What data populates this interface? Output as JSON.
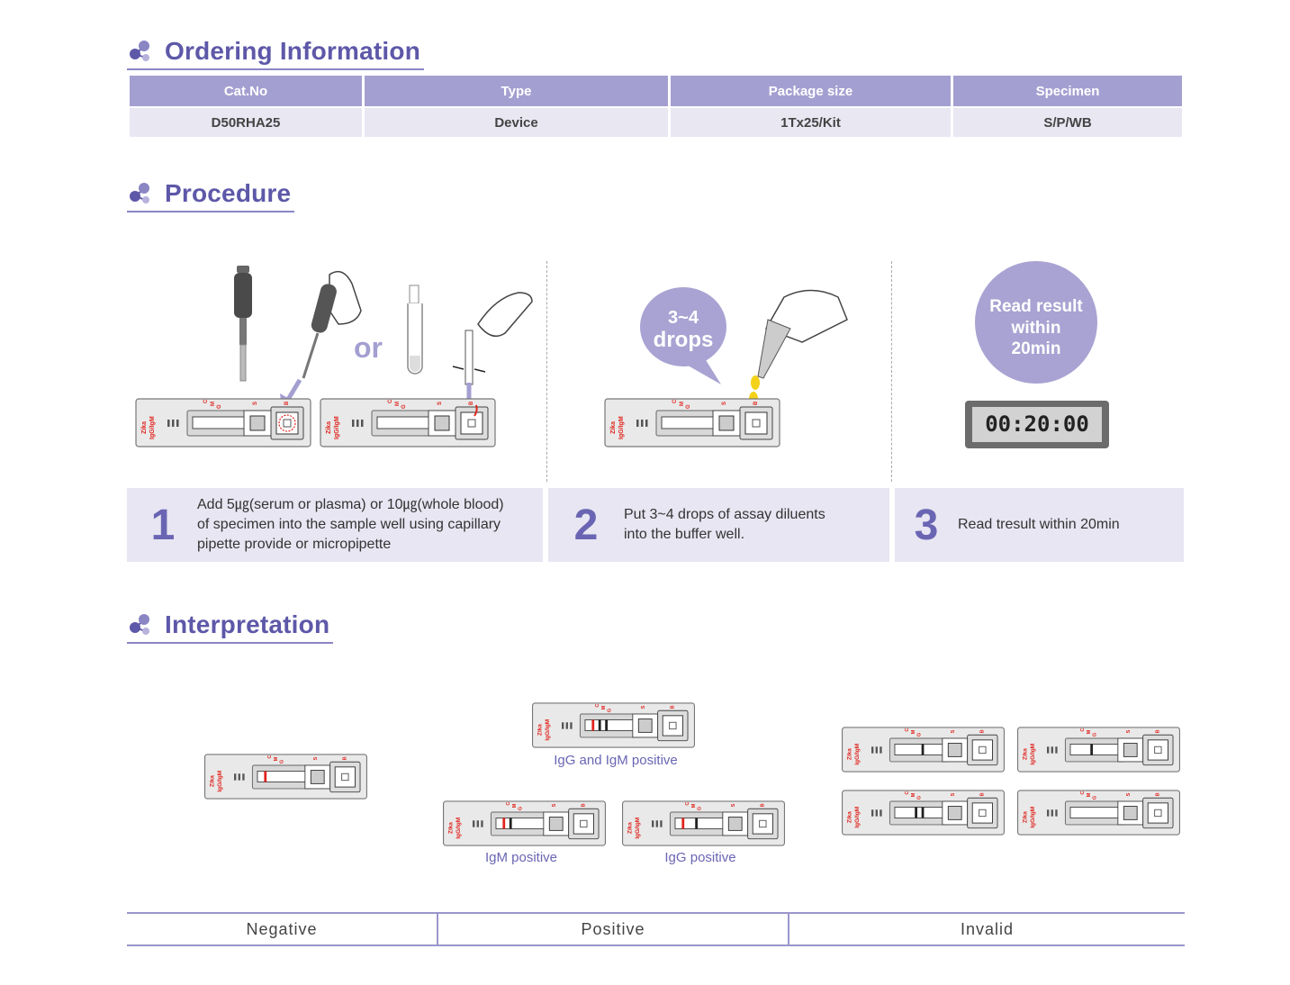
{
  "ordering": {
    "title": "Ordering Information",
    "headers": [
      "Cat.No",
      "Type",
      "Package size",
      "Specimen"
    ],
    "row": [
      "D50RHA25",
      "Device",
      "1Tx25/Kit",
      "S/P/WB"
    ]
  },
  "procedure": {
    "title": "Procedure",
    "or_label": "or",
    "drops_bubble": [
      "3~4",
      "drops"
    ],
    "read_bubble": [
      "Read result",
      "within",
      "20min"
    ],
    "timer": "00:20:00",
    "steps": [
      {
        "num": "1",
        "lines": [
          "Add 5㎍(serum or plasma) or 10㎍(whole blood)",
          "of specimen into the sample well using capillary",
          "pipette provide or micropipette"
        ]
      },
      {
        "num": "2",
        "lines": [
          "Put 3~4 drops of assay diluents",
          "into the buffer well."
        ]
      },
      {
        "num": "3",
        "lines": [
          "Read tresult within 20min"
        ]
      }
    ]
  },
  "device": {
    "name_line1": "Zika",
    "name_line2": "IgG/IgM",
    "marks": [
      "C",
      "M",
      "G",
      "S",
      "B"
    ]
  },
  "interpretation": {
    "title": "Interpretation",
    "captions": [
      "IgG and IgM positive",
      "IgM positive",
      "IgG positive"
    ],
    "footer": [
      "Negative",
      "Positive",
      "Invalid"
    ]
  },
  "colors": {
    "accent": "#5d58a8",
    "header_bg": "#a49fd1",
    "row_bg": "#e8e7f2",
    "red": "#e0231c"
  }
}
